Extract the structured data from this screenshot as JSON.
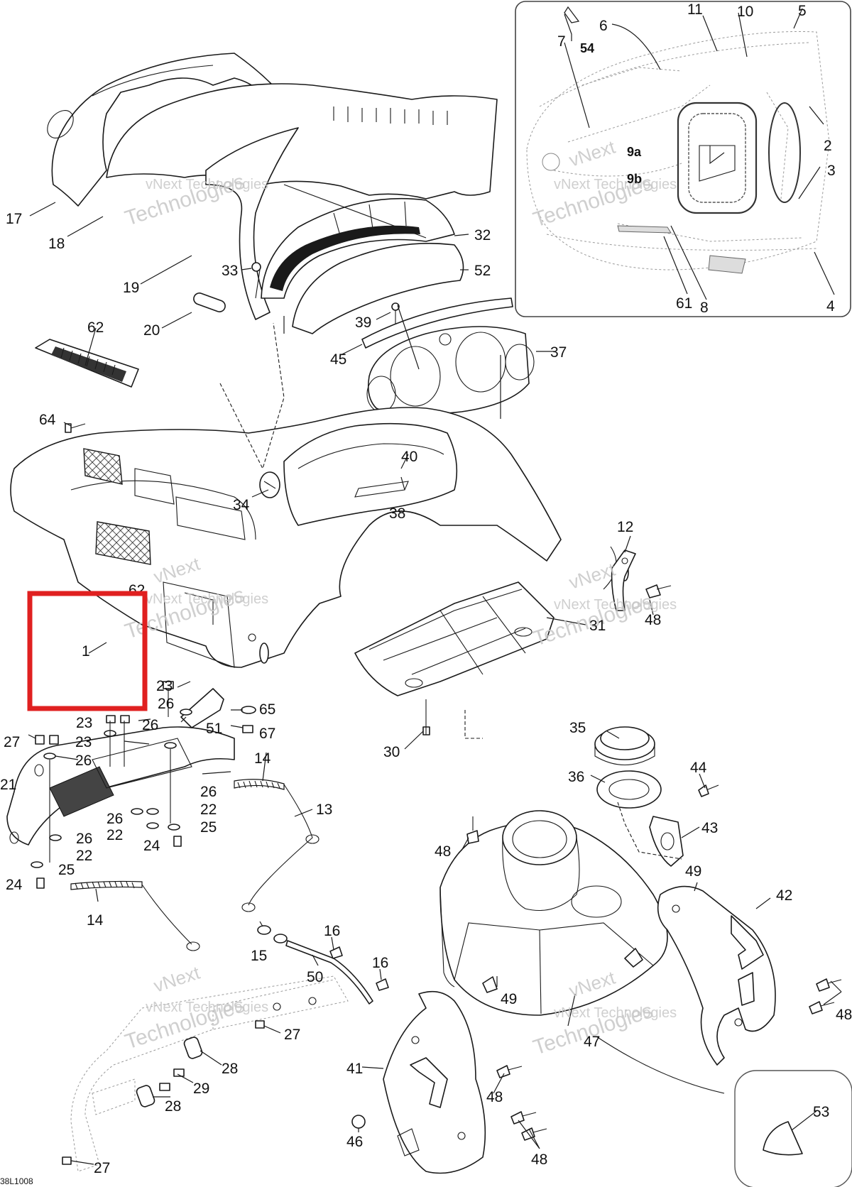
{
  "diagram": {
    "reference_code": "38L1008",
    "watermark": {
      "line1": "vNext Technologies",
      "line2": "vNext",
      "line3": "Technologies"
    },
    "highlight_color": "#e02020",
    "callouts": {
      "c1": "1",
      "c2": "2",
      "c3": "3",
      "c4": "4",
      "c5": "5",
      "c6": "6",
      "c7": "7",
      "c8": "8",
      "c9a": "9a",
      "c9b": "9b",
      "c10": "10",
      "c11": "11",
      "c12": "12",
      "c13": "13",
      "c14a": "14",
      "c14b": "14",
      "c15": "15",
      "c16a": "16",
      "c16b": "16",
      "c17": "17",
      "c18": "18",
      "c19": "19",
      "c20": "20",
      "c21": "21",
      "c22a": "22",
      "c22b": "22",
      "c22c": "22",
      "c23a": "23",
      "c23b": "23",
      "c23c": "23",
      "c24a": "24",
      "c24b": "24",
      "c25a": "25",
      "c25b": "25",
      "c26a": "26",
      "c26b": "26",
      "c26c": "26",
      "c26d": "26",
      "c26e": "26",
      "c26f": "26",
      "c27a": "27",
      "c27b": "27",
      "c27c": "27",
      "c28a": "28",
      "c28b": "28",
      "c29": "29",
      "c30": "30",
      "c31": "31",
      "c32": "32",
      "c33": "33",
      "c34": "34",
      "c35": "35",
      "c36": "36",
      "c37": "37",
      "c38": "38",
      "c39": "39",
      "c40": "40",
      "c41": "41",
      "c42": "42",
      "c43": "43",
      "c44": "44",
      "c45": "45",
      "c46": "46",
      "c47": "47",
      "c48a": "48",
      "c48b": "48",
      "c48c": "48",
      "c48d": "48",
      "c48e": "48",
      "c49a": "49",
      "c49b": "49",
      "c50": "50",
      "c51": "51",
      "c52": "52",
      "c53": "53",
      "c54": "54",
      "c61": "61",
      "c62a": "62",
      "c62b": "62",
      "c64": "64",
      "c65": "65",
      "c67": "67"
    }
  }
}
